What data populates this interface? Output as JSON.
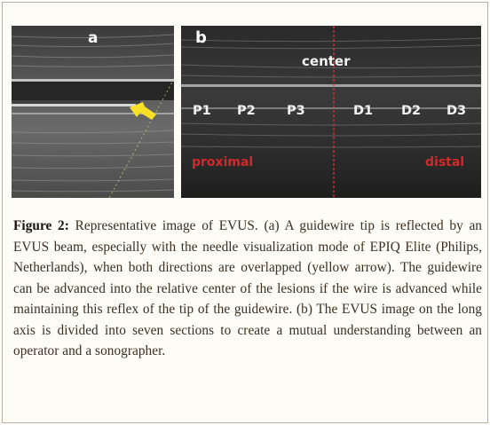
{
  "figure": {
    "panel_a": {
      "label": "a"
    },
    "panel_b": {
      "label": "b",
      "center": "center",
      "sections": [
        "P1",
        "P2",
        "P3",
        "D1",
        "D2",
        "D3"
      ],
      "proximal": "proximal",
      "distal": "distal"
    },
    "colors": {
      "arrow": "#f7e025",
      "label_red": "#d22a2a",
      "center_line": "#d83a3a"
    },
    "caption_label": "Figure 2:",
    "caption_text": "Representative image of EVUS. (a) A guidewire tip is reflected by an EVUS beam, especially with the needle visualization mode of EPIQ Elite (Philips, Netherlands), when both directions are overlapped (yellow arrow). The guidewire can be advanced into the relative center of the lesions if the wire is advanced while maintaining this reflex of the tip of the guidewire. (b) The EVUS image on the long axis is divided into seven sections to create a mutual understanding between an operator and a sonographer."
  }
}
